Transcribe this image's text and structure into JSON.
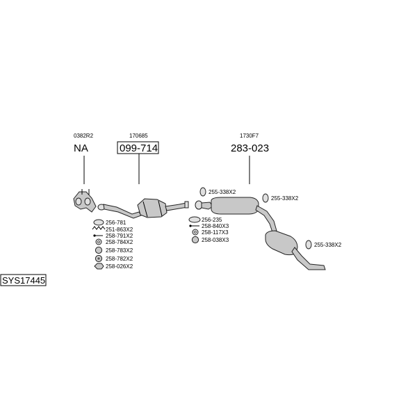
{
  "system_code": "SYS17445",
  "top_labels": [
    {
      "code": "0382R2",
      "part": "NA"
    },
    {
      "code": "170685",
      "part": "099-714"
    },
    {
      "code": "1730F7",
      "part": "283-023"
    }
  ],
  "left_hardware": [
    "256-781",
    "251-863X2",
    "258-791X2",
    "258-784X2",
    "258-783X2",
    "258-782X2",
    "258-026X2"
  ],
  "mid_hardware": [
    "256-235",
    "258-840X3",
    "258-117X3",
    "258-038X3"
  ],
  "hangers": [
    "255-338X2",
    "255-338X2",
    "255-338X2"
  ]
}
